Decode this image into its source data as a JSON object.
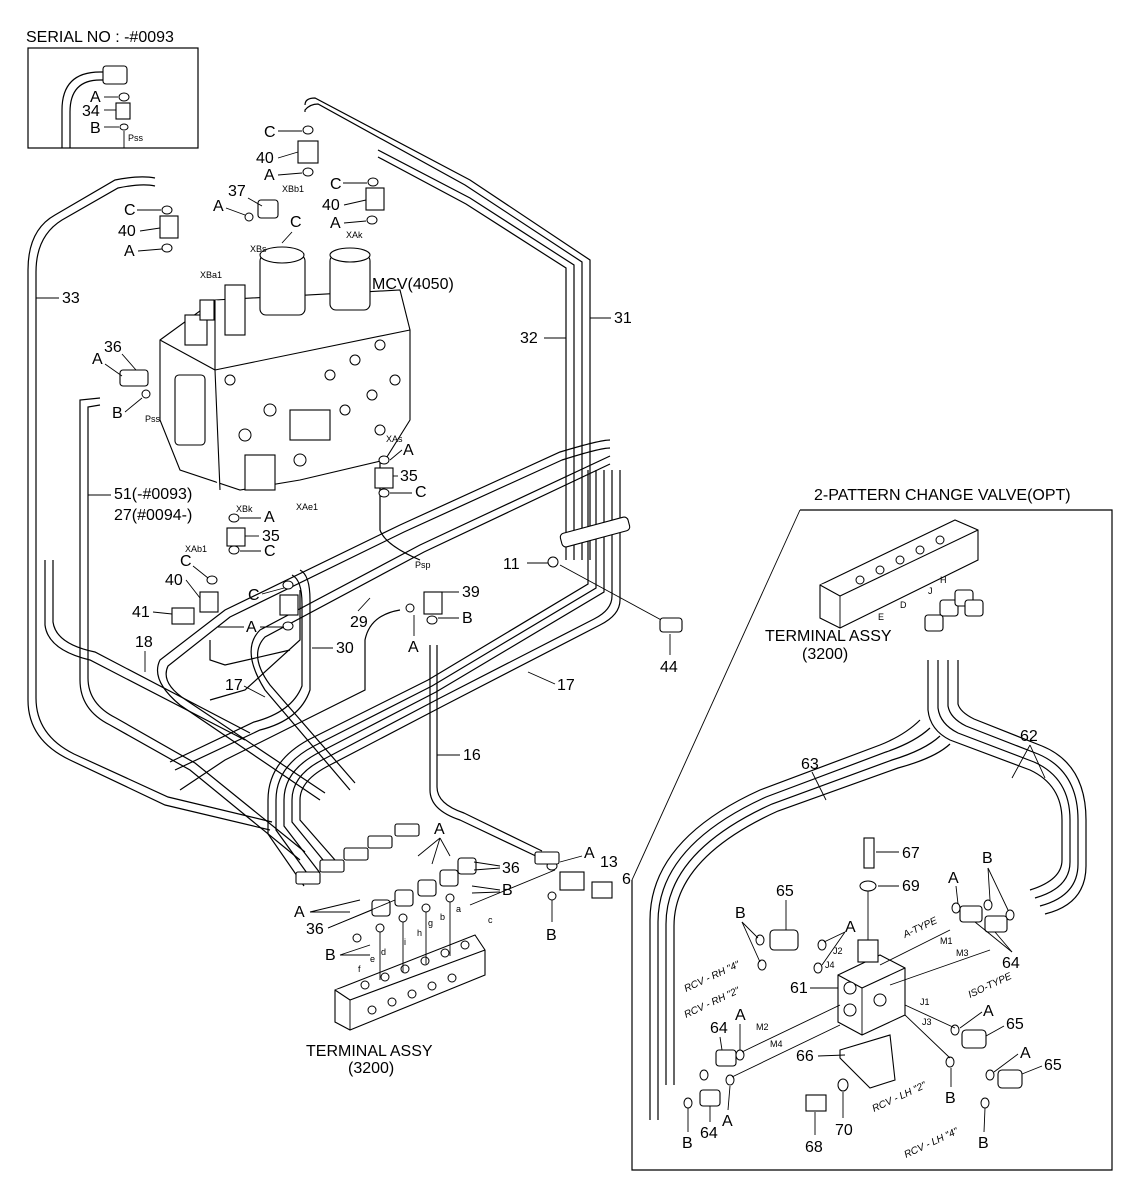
{
  "serial_box": {
    "title": "SERIAL NO : -#0093",
    "labels": [
      "A",
      "34",
      "B"
    ],
    "port": "Pss"
  },
  "mcv": {
    "label": "MCV(4050)"
  },
  "pattern_valve": {
    "title": "2-PATTERN CHANGE VALVE(OPT)",
    "terminal_line1": "TERMINAL ASSY",
    "terminal_line2": "(3200)"
  },
  "terminal_main": {
    "line1": "TERMINAL ASSY",
    "line2": "(3200)"
  },
  "port_labels": [
    "XBb1",
    "XBs",
    "XAk",
    "XBa1",
    "Pss",
    "XAs",
    "XBk",
    "XAe1",
    "XAb1",
    "Psp"
  ],
  "part_numbers": [
    "6",
    "11",
    "13",
    "16",
    "17",
    "17",
    "18",
    "29",
    "30",
    "31",
    "32",
    "33",
    "35",
    "35",
    "36",
    "36",
    "36",
    "37",
    "39",
    "40",
    "40",
    "40",
    "40",
    "41",
    "44",
    "61",
    "62",
    "63",
    "64",
    "64",
    "64",
    "65",
    "65",
    "65",
    "66",
    "67",
    "68",
    "69",
    "70"
  ],
  "callout_51": "51(-#0093)",
  "callout_27": "27(#0094-)",
  "letters_ABC": [
    "A",
    "B",
    "C"
  ],
  "terminal_ports": [
    "a",
    "b",
    "c",
    "d",
    "e",
    "f",
    "g",
    "h",
    "i"
  ],
  "opt_ports": [
    "D",
    "E",
    "H",
    "J",
    "J1",
    "J2",
    "J3",
    "J4",
    "M1",
    "M2",
    "M3",
    "M4"
  ],
  "rcv_labels": [
    "RCV - RH \"4\"",
    "RCV - RH \"2\"",
    "RCV - LH \"2\"",
    "RCV - LH \"4\""
  ],
  "type_labels": [
    "A-TYPE",
    "ISO-TYPE"
  ]
}
